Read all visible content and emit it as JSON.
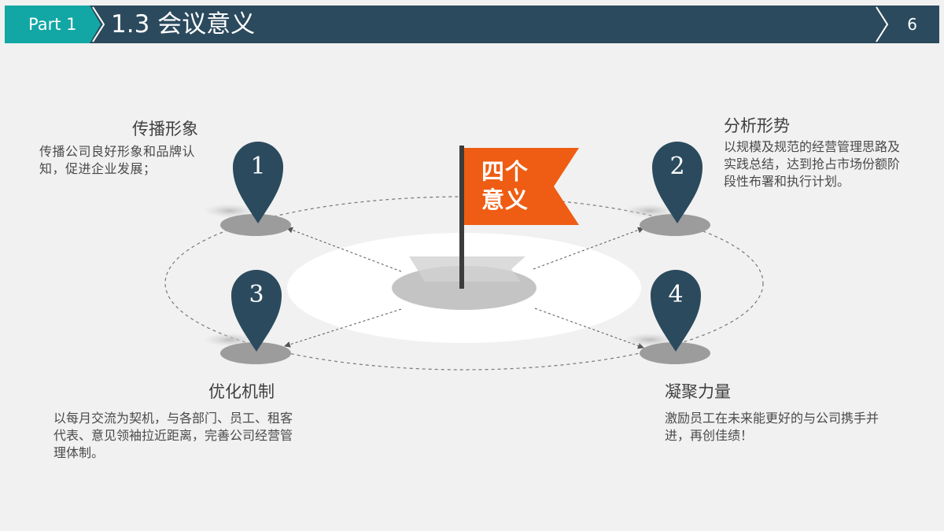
{
  "header": {
    "part_label": "Part 1",
    "title": "1.3 会议意义",
    "page_number": "6"
  },
  "colors": {
    "teal": "#12a7a4",
    "navy": "#2b4a5d",
    "orange": "#ee5d13",
    "background": "#f1f1f1"
  },
  "center": {
    "flag_text": "四个意义",
    "flag_line1": "四个",
    "flag_line2": "意义"
  },
  "items": [
    {
      "number": "1",
      "heading": "传播形象",
      "description": "传播公司良好形象和品牌认知，促进企业发展；"
    },
    {
      "number": "2",
      "heading": "分析形势",
      "description": "以规模及规范的经营管理思路及实践总结，达到抢占市场份额阶段性布署和执行计划。"
    },
    {
      "number": "3",
      "heading": "优化机制",
      "description": "以每月交流为契机，与各部门、员工、租客代表、意见领袖拉近距离，完善公司经营管理体制。"
    },
    {
      "number": "4",
      "heading": "凝聚力量",
      "description": "激励员工在未来能更好的与公司携手并进，再创佳绩！"
    }
  ]
}
